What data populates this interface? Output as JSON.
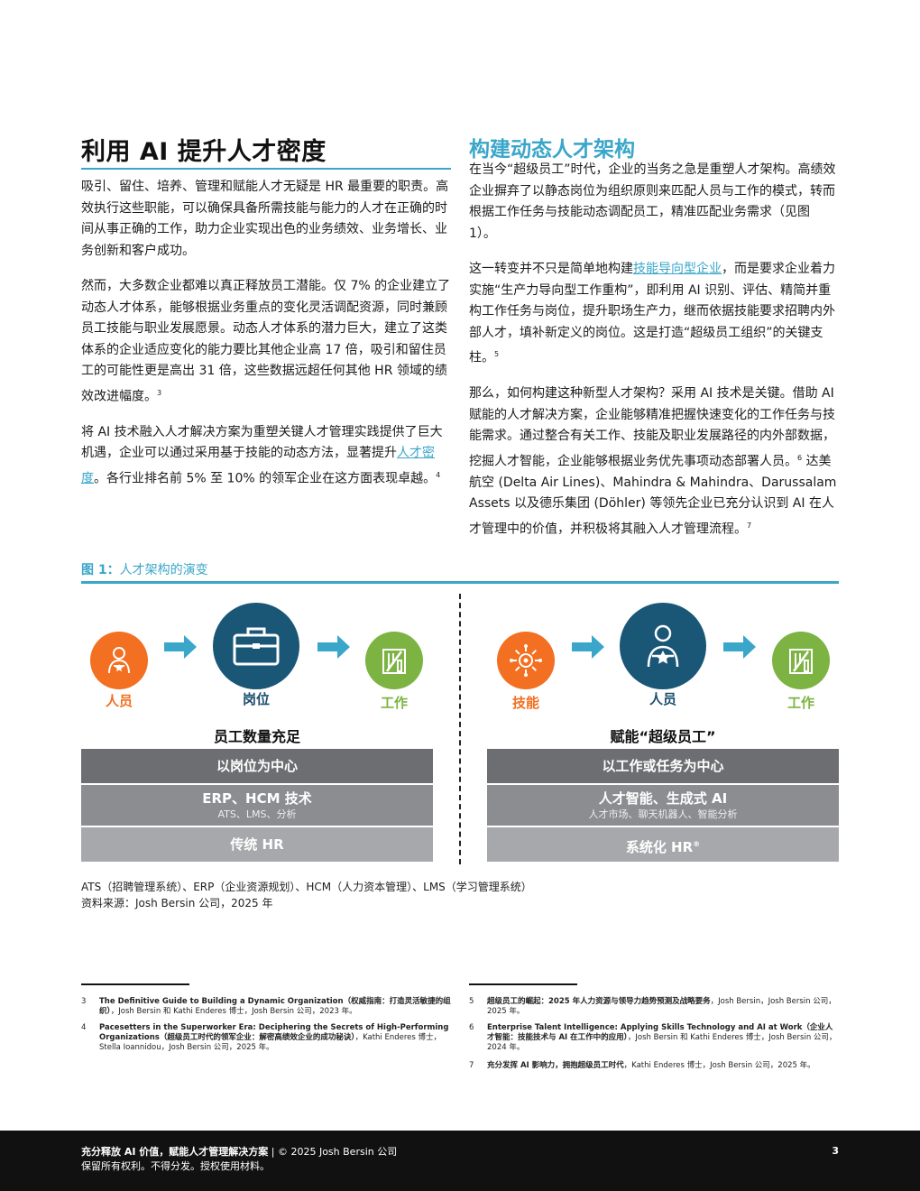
{
  "left": {
    "heading": "利用 AI 提升人才密度",
    "p1": "吸引、留住、培养、管理和赋能人才无疑是 HR 最重要的职责。高效执行这些职能，可以确保具备所需技能与能力的人才在正确的时间从事正确的工作，助力企业实现出色的业务绩效、业务增长、业务创新和客户成功。",
    "p2": "然而，大多数企业都难以真正释放员工潜能。仅 7% 的企业建立了动态人才体系，能够根据业务重点的变化灵活调配资源，同时兼顾员工技能与职业发展愿景。动态人才体系的潜力巨大，建立了这类体系的企业适应变化的能力要比其他企业高 17 倍，吸引和留住员工的可能性更是高出 31 倍，这些数据远超任何其他 HR 领域的绩效改进幅度。",
    "p2_sup": "3",
    "p3_a": "将 AI 技术融入人才解决方案为重塑关键人才管理实践提供了巨大机遇，企业可以通过采用基于技能的动态方法，显著提升",
    "p3_link": "人才密度",
    "p3_b": "。各行业排名前 5% 至 10% 的领军企业在这方面表现卓越。",
    "p3_sup": "4"
  },
  "right": {
    "heading": "构建动态人才架构",
    "p1": "在当今“超级员工”时代，企业的当务之急是重塑人才架构。高绩效企业摒弃了以静态岗位为组织原则来匹配人员与工作的模式，转而根据工作任务与技能动态调配员工，精准匹配业务需求（见图 1）。",
    "p2_a": "这一转变并不只是简单地构建",
    "p2_link": "技能导向型企业",
    "p2_b": "，而是要求企业着力实施“生产力导向型工作重构”，即利用 AI 识别、评估、精简并重构工作任务与岗位，提升职场生产力，继而依据技能要求招聘内外部人才，填补新定义的岗位。这是打造“超级员工组织”的关键支柱。",
    "p2_sup": "5",
    "p3_a": "那么，如何构建这种新型人才架构？采用 AI 技术是关键。借助 AI 赋能的人才解决方案，企业能够精准把握快速变化的工作任务与技能需求。通过整合有关工作、技能及职业发展路径的内外部数据，挖掘人才智能，企业能够根据业务优先事项动态部署人员。",
    "p3_sup1": "6",
    "p3_b": " 达美航空 (Delta Air Lines)、Mahindra & Mahindra、Darussalam Assets 以及德乐集团 (Döhler) 等领先企业已充分认识到 AI 在人才管理中的价值，并积极将其融入人才管理流程。",
    "p3_sup2": "7"
  },
  "figure": {
    "label": "图 1：",
    "title": "人才架构的演变",
    "left": {
      "labels": [
        "人员",
        "岗位",
        "工作"
      ],
      "subhead": "员工数量充足",
      "bar1": "以岗位为中心",
      "bar2": "ERP、HCM 技术",
      "bar2_sub": "ATS、LMS、分析",
      "bar3": "传统 HR"
    },
    "right": {
      "labels": [
        "技能",
        "人员",
        "工作"
      ],
      "subhead": "赋能“超级员工”",
      "bar1": "以工作或任务为中心",
      "bar2": "人才智能、生成式 AI",
      "bar2_sub": "人才市场、聊天机器人、智能分析",
      "bar3": "系统化 HR",
      "bar3_mark": "®"
    },
    "colors": {
      "orange": "#f36f21",
      "green": "#7cb342",
      "navy": "#1a5676",
      "accent": "#3aa6c9"
    }
  },
  "notes": {
    "abbr": "ATS（招聘管理系统）、ERP（企业资源规划）、HCM（人力资本管理）、LMS（学习管理系统）",
    "source": "资料来源：Josh Bersin 公司，2025 年"
  },
  "footnotes": {
    "f3_num": "3",
    "f3_title": "The Definitive Guide to Building a Dynamic Organization（权威指南：打造灵活敏捷的组织）",
    "f3_rest": "，Josh Bersin 和 Kathi Enderes 博士，Josh Bersin 公司，2023 年。",
    "f4_num": "4",
    "f4_title": "Pacesetters in the Superworker Era: Deciphering the Secrets of High-Performing Organizations（超级员工时代的领军企业：解密高绩效企业的成功秘诀）",
    "f4_rest": "，Kathi Enderes 博士，Stella Ioannidou，Josh Bersin 公司，2025 年。",
    "f5_num": "5",
    "f5_title": "超级员工的崛起：2025 年人力资源与领导力趋势预测及战略要务",
    "f5_rest": "，Josh Bersin，Josh Bersin 公司，2025 年。",
    "f6_num": "6",
    "f6_title": "Enterprise Talent Intelligence: Applying Skills Technology and AI at Work（企业人才智能：技能技术与 AI 在工作中的应用）",
    "f6_rest": "，Josh Bersin 和 Kathi Enderes 博士，Josh Bersin 公司，2024 年。",
    "f7_num": "7",
    "f7_title": "充分发挥 AI 影响力，拥抱超级员工时代",
    "f7_rest": "，Kathi Enderes 博士，Josh Bersin 公司，2025 年。"
  },
  "footer": {
    "title": "充分释放 AI 价值，赋能人才管理解决方案",
    "copyright": " | © 2025 Josh Bersin 公司",
    "rights": "保留所有权利。不得分发。授权使用材料。",
    "page": "3"
  }
}
